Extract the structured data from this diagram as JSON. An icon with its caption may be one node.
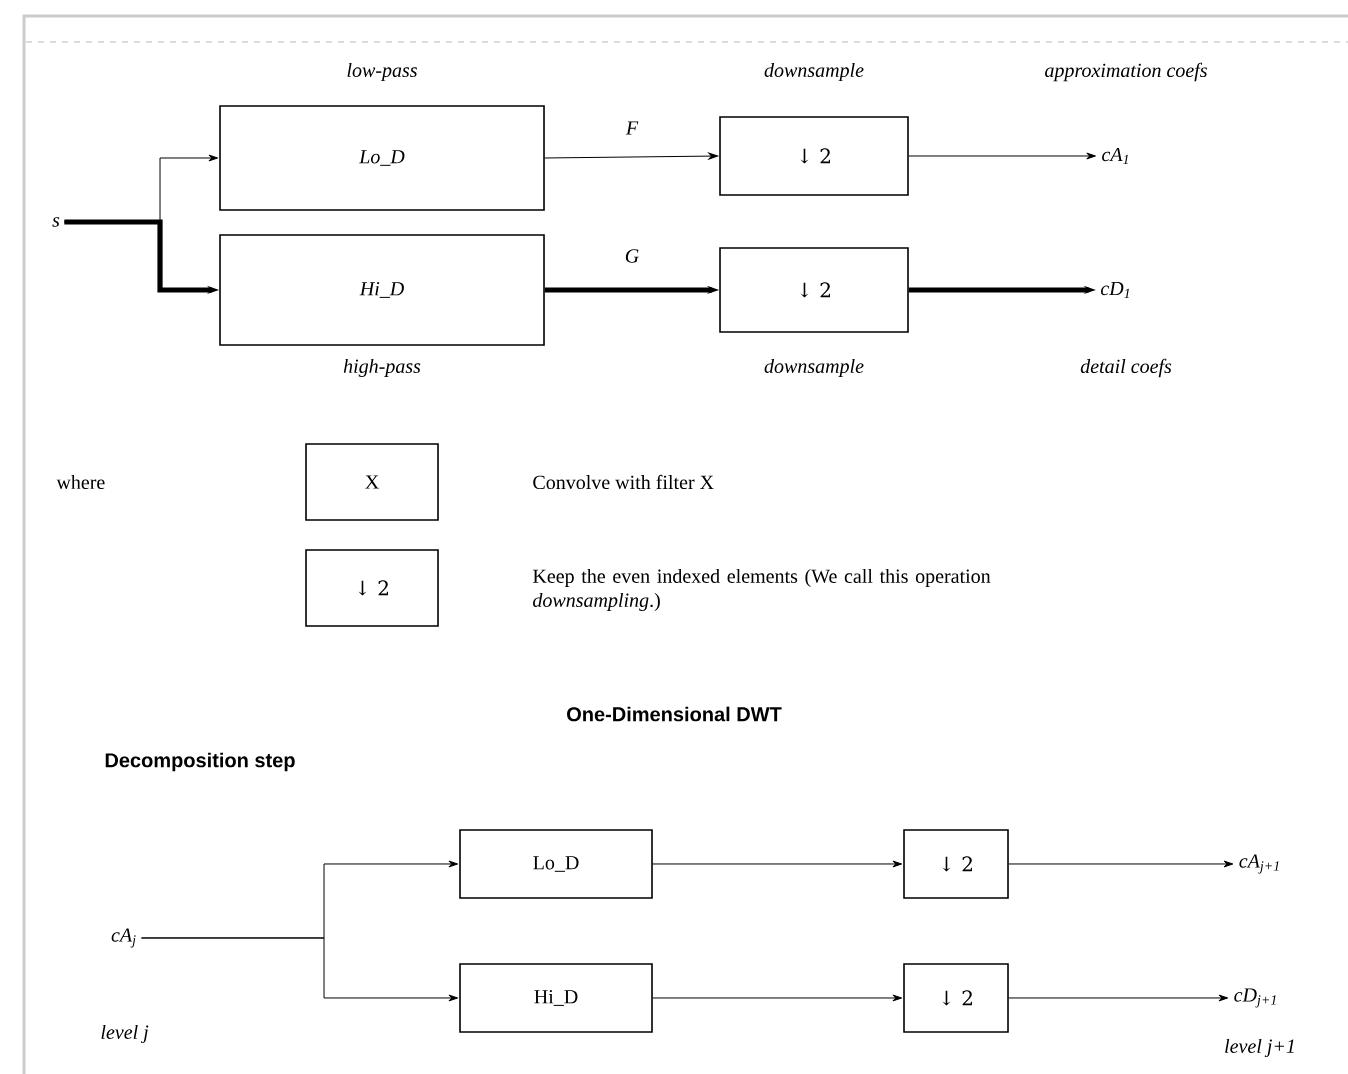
{
  "diagram": {
    "title": "One-Dimensional DWT",
    "nodes": [
      {
        "text": [
          "s"
        ]
      },
      {
        "text": [
          "Lo_D"
        ],
        "beside": [
          "low-pass"
        ]
      },
      {
        "text": [
          "Hi_D"
        ],
        "beside": [
          "high-pass"
        ]
      },
      {
        "text": [
          "↓ 2"
        ],
        "beside": [
          "downsample"
        ]
      },
      {
        "text": [
          "↓ 2"
        ],
        "beside": [
          "downsample"
        ]
      },
      {
        "text": [
          "cA$_{1}$"
        ],
        "beside": [
          "approximation coefs"
        ]
      },
      {
        "text": [
          "cD$_{1}$"
        ],
        "beside": [
          "detail coefs"
        ]
      },
      {
        "text": [
          "X"
        ]
      },
      {
        "text": [
          "↓ 2"
        ]
      },
      {
        "text": [
          "cA$_{j}$"
        ],
        "beside": [
          "level j"
        ]
      },
      {
        "text": [
          "Lo_D"
        ]
      },
      {
        "text": [
          "Hi_D"
        ]
      },
      {
        "text": [
          "↓ 2"
        ]
      },
      {
        "text": [
          "↓ 2"
        ]
      },
      {
        "text": [
          "cA$_{j+1}$"
        ]
      },
      {
        "text": [
          "cD$_{j+1}$"
        ],
        "beside": [
          "level j+1"
        ]
      }
    ],
    "edges": [
      {
        "from": 0,
        "to": 1,
        "arrow": "to"
      },
      {
        "from": 0,
        "to": 2,
        "arrow": "to",
        "style": "thick"
      },
      {
        "from": 1,
        "to": 3,
        "arrow": "to",
        "label": "F"
      },
      {
        "from": 2,
        "to": 4,
        "arrow": "to",
        "label": "G",
        "style": "thick"
      },
      {
        "from": 3,
        "to": 5,
        "arrow": "to"
      },
      {
        "from": 4,
        "to": 6,
        "arrow": "to",
        "style": "thick"
      },
      {
        "from": 9,
        "to": 10,
        "arrow": "to"
      },
      {
        "from": 9,
        "to": 11,
        "arrow": "to"
      },
      {
        "from": 10,
        "to": 12,
        "arrow": "to"
      },
      {
        "from": 11,
        "to": 13,
        "arrow": "to"
      },
      {
        "from": 12,
        "to": 14,
        "arrow": "to"
      },
      {
        "from": 13,
        "to": 15,
        "arrow": "to"
      }
    ],
    "labels": [
      "where",
      "Convolve with filter X",
      "Keep the even indexed elements (We call this operation *downsampling*.)",
      "Decomposition step"
    ]
  }
}
